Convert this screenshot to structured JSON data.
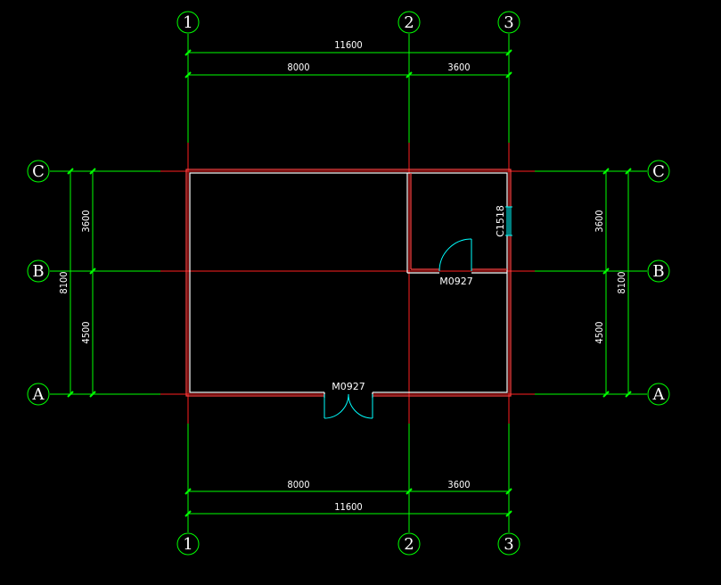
{
  "drawing": {
    "background": "#000000",
    "colors": {
      "axis_line": "#ff2020",
      "dimension": "#00ff00",
      "wall_outer": "#ff4040",
      "wall_inner": "#ffffff",
      "door": "#00ffff",
      "window": "#00ffff",
      "text": "#ffffff"
    },
    "axes": {
      "vertical": [
        "1",
        "2",
        "3"
      ],
      "horizontal": [
        "A",
        "B",
        "C"
      ]
    },
    "dimensions": {
      "top_total": "11600",
      "top_left": "8000",
      "top_right": "3600",
      "bottom_left": "8000",
      "bottom_right": "3600",
      "bottom_total": "11600",
      "left_upper": "3600",
      "left_lower": "4500",
      "left_total": "8100",
      "right_upper": "3600",
      "right_lower": "4500",
      "right_total": "8100"
    },
    "tags": {
      "front_door": "M0927",
      "inner_door": "M0927",
      "window": "C1518"
    }
  }
}
